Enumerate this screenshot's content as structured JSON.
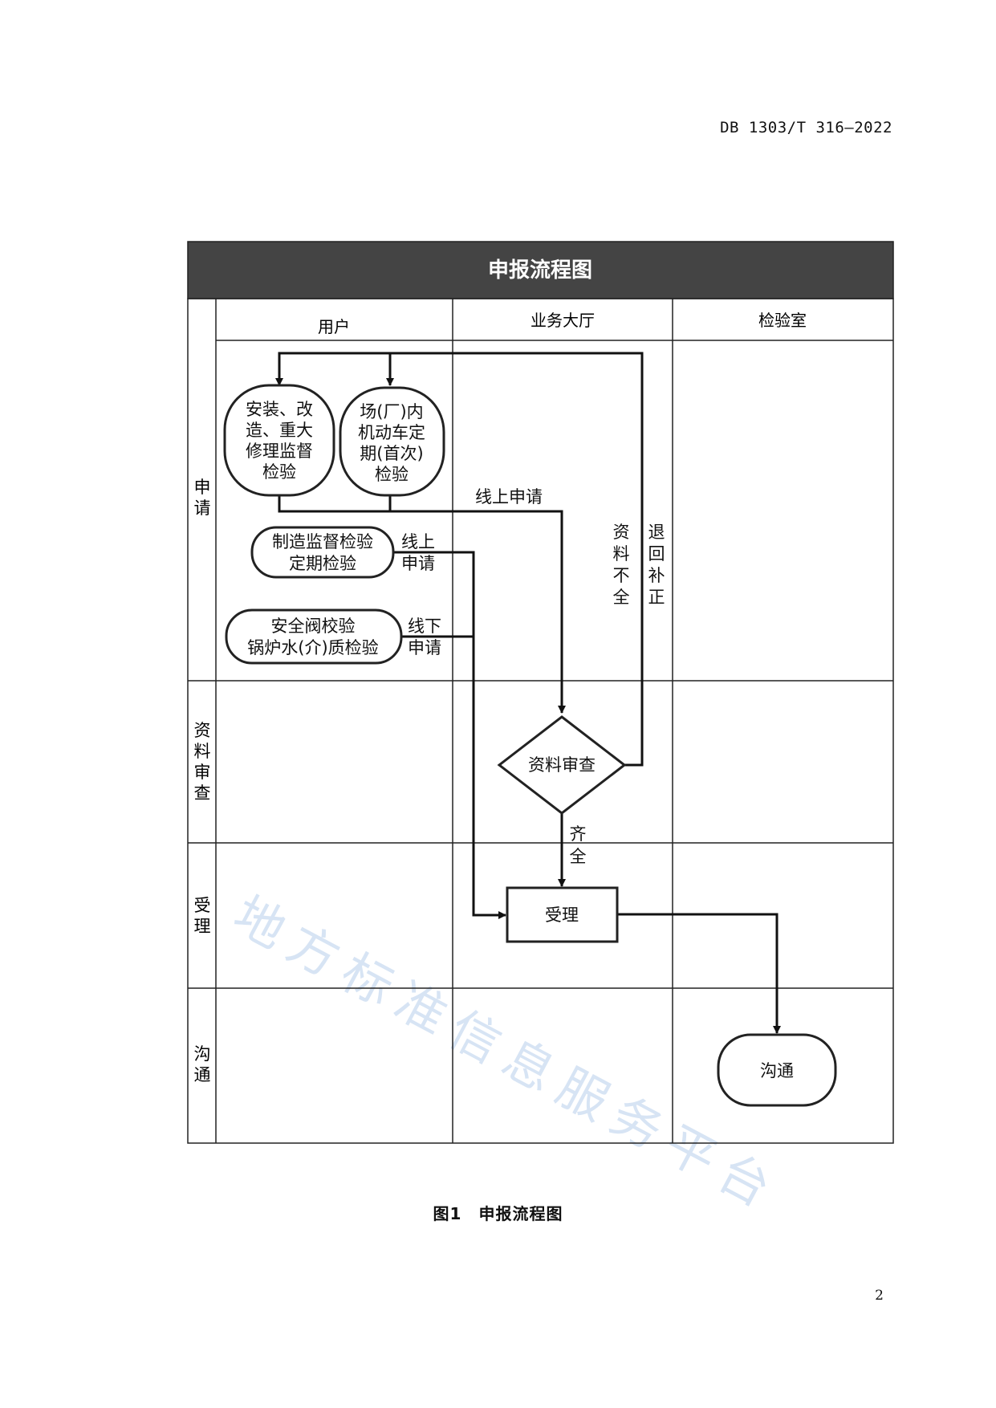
{
  "header": {
    "doc_code": "DB 1303/T 316—2022"
  },
  "diagram": {
    "title": "申报流程图",
    "columns": [
      "用户",
      "业务大厅",
      "检验室"
    ],
    "rows": [
      "申请",
      "资料审查",
      "受理",
      "沟通"
    ],
    "nodes": {
      "install_inspection": [
        "安装、改",
        "造、重大",
        "修理监督",
        "检验"
      ],
      "vehicle_inspection": [
        "场(厂)内",
        "机动车定",
        "期(首次)",
        "检验"
      ],
      "manufacture_inspection": [
        "制造监督检验",
        "定期检验"
      ],
      "valve_inspection": [
        "安全阀校验",
        "锅炉水(介)质检验"
      ],
      "review": "资料审查",
      "accept": "受理",
      "communicate": "沟通"
    },
    "edge_labels": {
      "online_apply": "线上申请",
      "online_apply_2": [
        "线上",
        "申请"
      ],
      "offline_apply": [
        "线下",
        "申请"
      ],
      "incomplete": [
        "资",
        "料",
        "不",
        "全"
      ],
      "return_fix": [
        "退",
        "回",
        "补",
        "正"
      ],
      "complete": [
        "齐",
        "全"
      ]
    }
  },
  "caption": "图1　申报流程图",
  "page_number": "2",
  "watermark": "地方标准信息服务平台"
}
